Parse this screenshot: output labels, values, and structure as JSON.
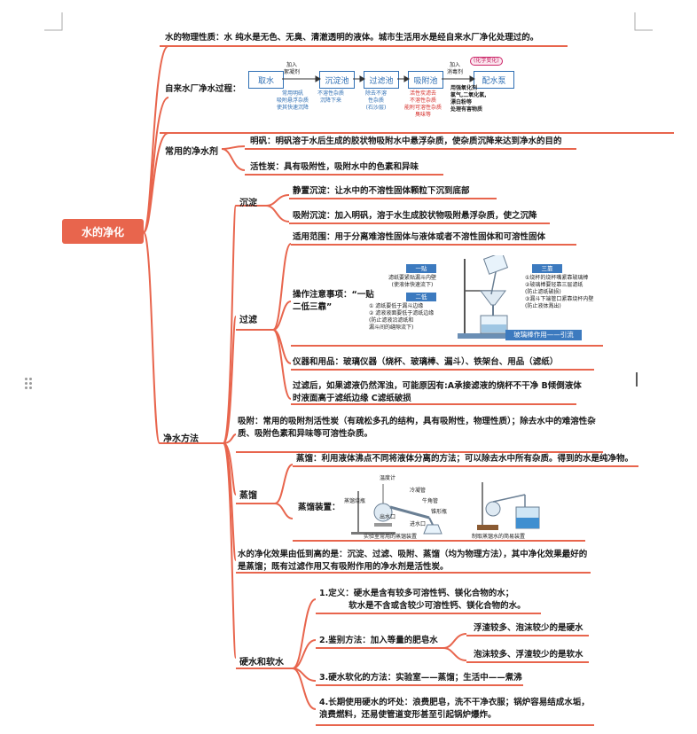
{
  "root": "水的净化",
  "physical": "水的物理性质：水 纯水是无色、无臭、清澈透明的液体。城市生活用水是经自来水厂净化处理过的。",
  "plant": {
    "label": "自来水厂净水过程：",
    "steps": [
      "取水",
      "沉淀池",
      "过滤池",
      "吸附池",
      "配水泵"
    ],
    "add1": "加入\n絮凝剂",
    "add2": "加入\n消毒剂",
    "chem_tag": "(化学变化)",
    "note1": "常用明矾\n吸附悬浮杂质\n使其快速沉降",
    "note2": "不溶性杂质\n沉降下来",
    "note3": "除去不溶\n性杂质\n(石沙层)",
    "note4": "活性炭滤去\n不溶性杂质\n能附可溶性杂质\n臭味等",
    "note5": "用强氧化剂\n氯气,二氧化氯,\n漂白粉等\n处理有害物质"
  },
  "agents": {
    "label": "常用的净水剂",
    "alum": "明矾：明矾溶于水后生成的胶状物吸附水中悬浮杂质，使杂质沉降来达到净水的目的",
    "carbon": "活性炭：具有吸附性，吸附水中的色素和异味"
  },
  "methods": {
    "label": "净水方法",
    "sediment": {
      "label": "沉淀",
      "static": "静置沉淀：让水中的不溶性固体颗粒下沉到底部",
      "adsorb": "吸附沉淀：加入明矾，溶于水生成胶状物吸附悬浮杂质，使之沉降"
    },
    "filter": {
      "label": "过滤",
      "scope": "适用范围：用于分离难溶性固体与液体或者不溶性固体和可溶性固体",
      "notes_label": "操作注意事项：“一贴\n二低三靠”",
      "one_title": "一贴",
      "one_text": "滤纸要紧贴漏斗内壁\n(使液体快速流下)",
      "two_title": "二低",
      "two_text": "① 滤纸要低于漏斗边缘\n② 滤液液面要低于滤纸边缘\n(防止滤液沿滤纸和\n漏斗间的缝隙流下)",
      "three_title": "三靠",
      "three_text": "①烧杯的烧杯嘴紧靠玻璃棒\n②玻璃棒要轻靠三层滤纸\n(防止滤纸破损)\n③漏斗下端管口紧靠烧杯内壁\n(防止液体溅出)",
      "rod_label": "玻璃棒作用——引流",
      "tools": "仪器和用品：玻璃仪器（烧杯、玻璃棒、漏斗）、铁架台、用品（滤纸）",
      "turbid": "过滤后，如果滤液仍然浑浊，可能原因有:A承接滤液的烧杯不干净    B倾倒液体时液面高于滤纸边缘      C滤纸破损"
    },
    "adsorption": "吸附：常用的吸附剂活性炭（有疏松多孔的结构，具有吸附性，物理性质）；除去水中的难溶性杂质、吸附色素和异味等可溶性杂质。",
    "distill": {
      "label": "蒸馏",
      "def": "蒸馏：利用液体沸点不同将液体分离的方法；可以除去水中所有杂质。得到的水是纯净物。",
      "device_label": "蒸馏装置：",
      "lab_labels": [
        "温度计",
        "冷凝管",
        "牛角管",
        "锥形瓶",
        "蒸馏烧瓶",
        "出水口",
        "进水口"
      ],
      "lab_caption": "实验室常用的蒸馏装置",
      "simple_caption": "制取蒸馏水的简易装置"
    },
    "order": "水的净化效果由低到高的是：沉淀、过滤、吸附、蒸馏（均为物理方法），其中净化效果最好的是蒸馏；既有过滤作用又有吸附作用的净水剂是活性炭。",
    "hard": {
      "label": "硬水和软水",
      "def": "1.定义：硬水是含有较多可溶性钙、镁化合物的水；\n          软水是不含或含较少可溶性钙、镁化合物的水。",
      "id": "2.鉴别方法：加入等量的肥皂水",
      "hard_res": "浮渣较多、泡沫较少的是硬水",
      "soft_res": "泡沫较多、浮渣较少的是软水",
      "soften": "3.硬水软化的方法：实验室——蒸馏；生活中——煮沸",
      "harm": "4.长期使用硬水的坏处：浪费肥皂，洗不干净衣服；锅炉容易结成水垢，浪费燃料，还易使管道变形甚至引起锅炉爆炸。"
    }
  },
  "colors": {
    "line": "#e8654d",
    "accent_blue": "#2f6fb4",
    "accent_red": "#d6302c"
  }
}
